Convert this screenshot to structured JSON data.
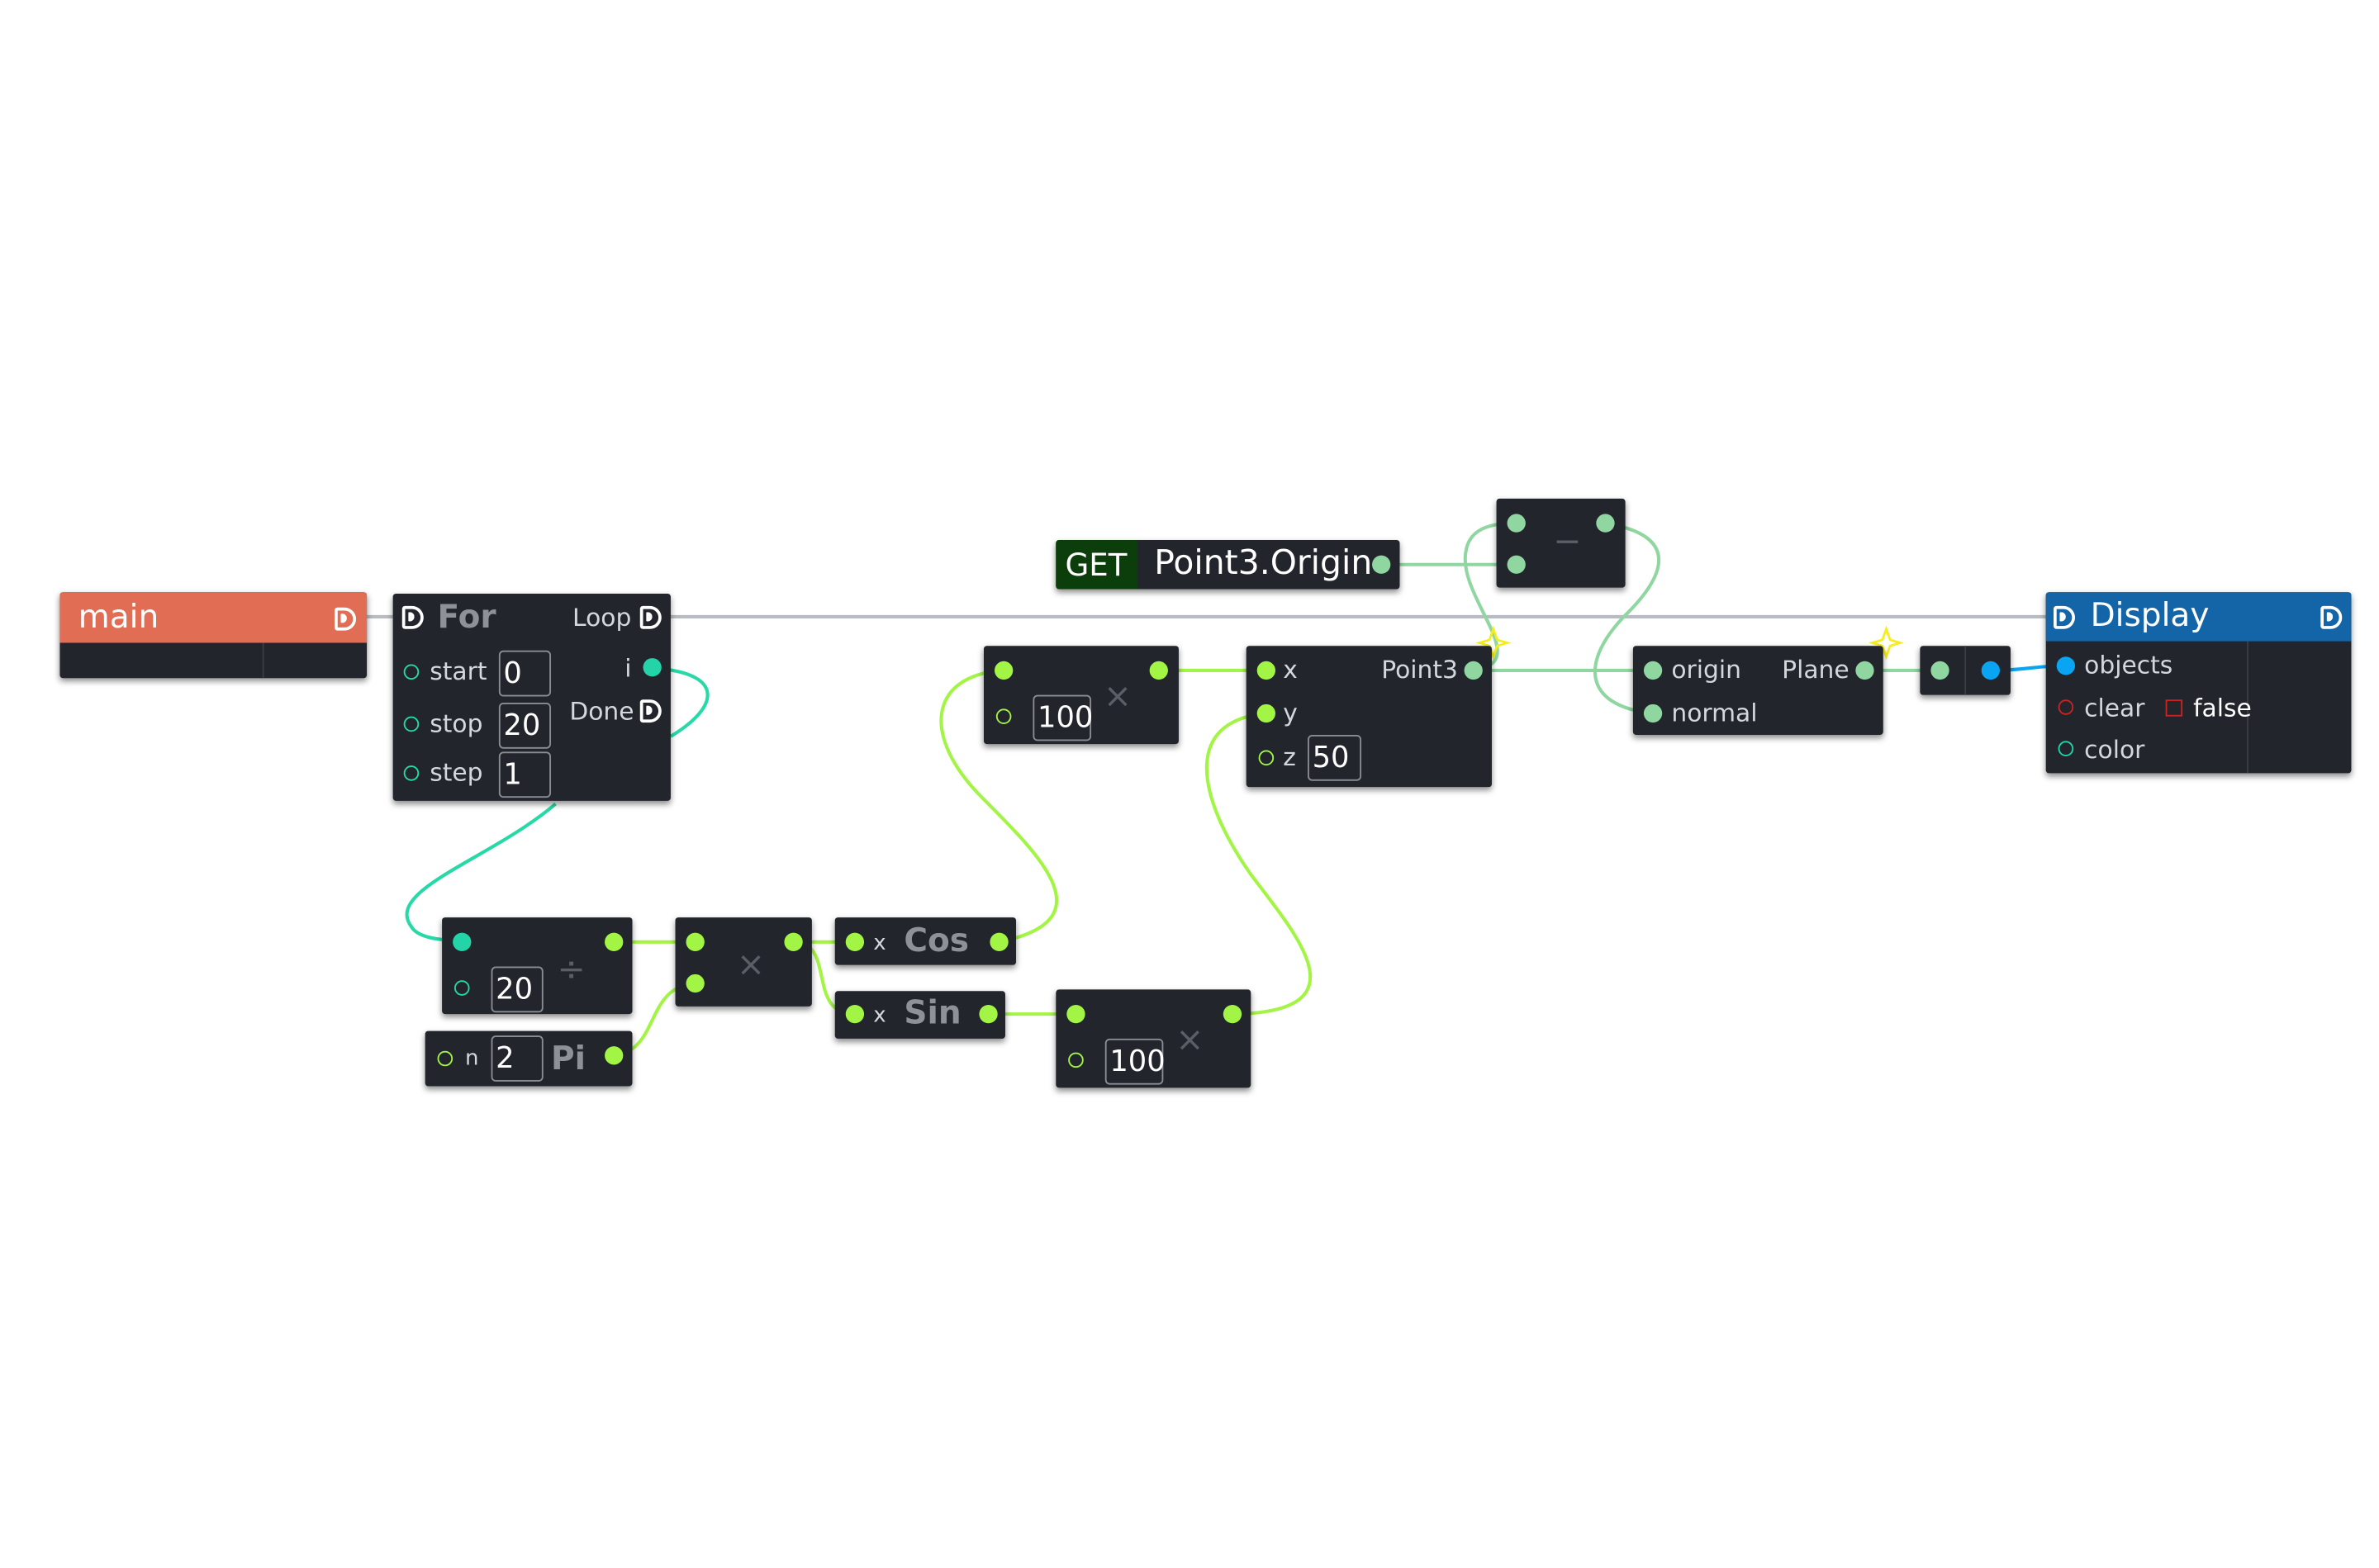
{
  "nodes": {
    "main": {
      "title": "main"
    },
    "for_loop": {
      "title": "For",
      "loop_label": "Loop",
      "i_label": "i",
      "done_label": "Done",
      "start_label": "start",
      "start_value": "0",
      "stop_label": "stop",
      "stop_value": "20",
      "step_label": "step",
      "step_value": "1"
    },
    "get_origin": {
      "get_label": "GET",
      "name": "Point3.Origin"
    },
    "subtract": {
      "operator": "−"
    },
    "multiply_cos": {
      "value": "100",
      "operator": "×"
    },
    "point3": {
      "x_label": "x",
      "y_label": "y",
      "z_label": "z",
      "z_value": "50",
      "output_label": "Point3"
    },
    "plane": {
      "origin_label": "origin",
      "normal_label": "normal",
      "output_label": "Plane"
    },
    "display": {
      "title": "Display",
      "objects_label": "objects",
      "clear_label": "clear",
      "clear_value": "false",
      "color_label": "color"
    },
    "divide": {
      "value": "20",
      "operator": "÷"
    },
    "multiply_pi": {
      "operator": "×"
    },
    "cos": {
      "x_label": "x",
      "title": "Cos"
    },
    "sin": {
      "x_label": "x",
      "title": "Sin"
    },
    "multiply_sin": {
      "value": "100",
      "operator": "×"
    },
    "pi": {
      "n_label": "n",
      "n_value": "2",
      "title": "Pi"
    }
  },
  "colors": {
    "node_bg": "#22252b",
    "main_header": "#e26d55",
    "display_header": "#1464a8",
    "get_bg": "#0c3e0c",
    "number_pin": "#a3f545",
    "object_pin": "#8fd6a0",
    "int_pin": "#22d4a8",
    "display_pin": "#0aa5f2",
    "bool_pin": "#cc2222",
    "exec_wire": "#b8bcc2"
  }
}
